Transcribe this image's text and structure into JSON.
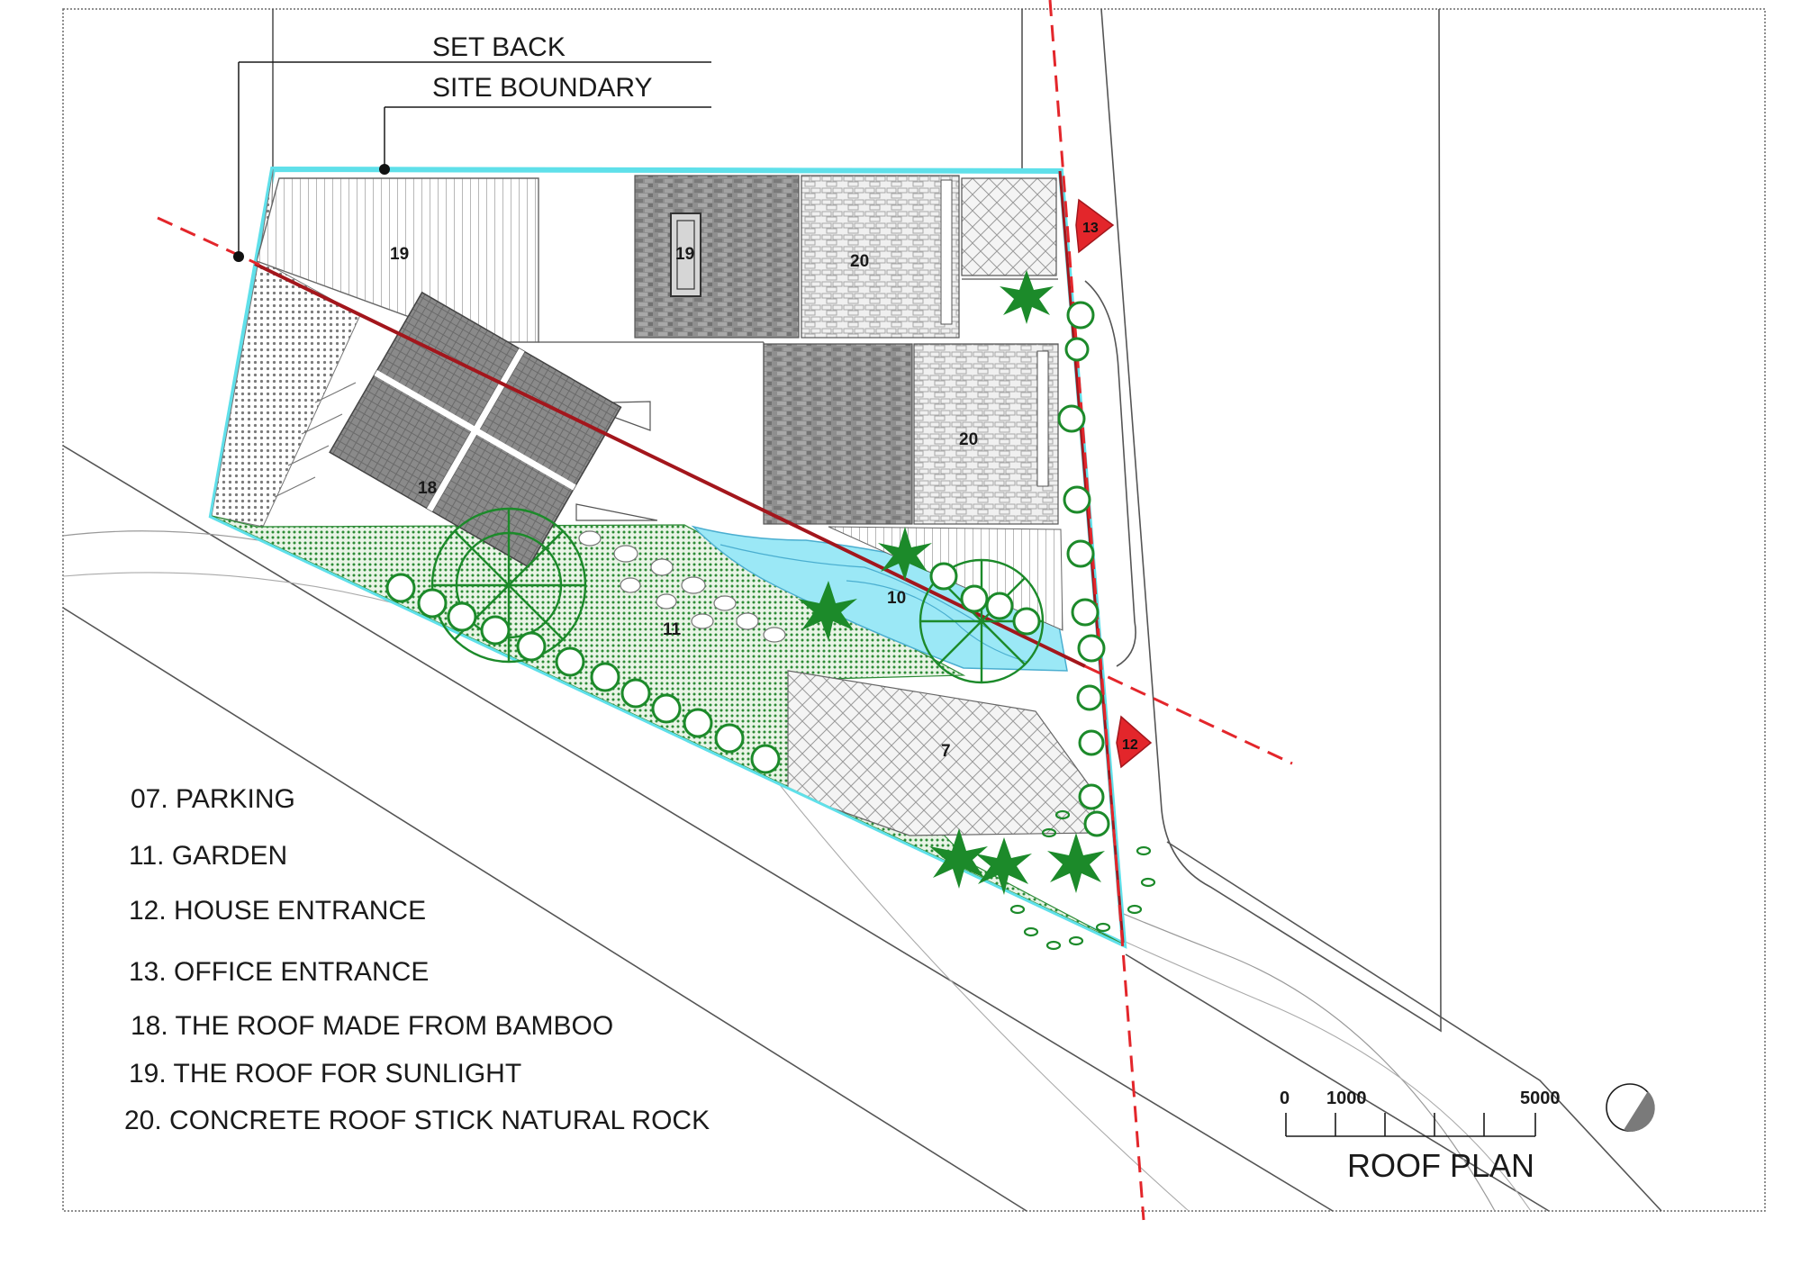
{
  "callouts": {
    "setback": "SET BACK",
    "site_boundary": "SITE BOUNDARY"
  },
  "zones": {
    "z19a": "19",
    "z19b": "19",
    "z20a": "20",
    "z20b": "20",
    "z18": "18",
    "z11": "11",
    "z10": "10",
    "z7": "7"
  },
  "entrances": {
    "e13": "13",
    "e12": "12"
  },
  "legend": [
    "07.  PARKING",
    "11. GARDEN",
    "12.  HOUSE ENTRANCE",
    "13. OFFICE ENTRANCE",
    "18. THE ROOF MADE FROM BAMBOO",
    "19. THE ROOF FOR SUNLIGHT",
    "20.  CONCRETE ROOF STICK NATURAL ROCK"
  ],
  "scale_bar": {
    "start": "0",
    "mid": "1000",
    "end": "5000"
  },
  "title": "ROOF PLAN",
  "colors": {
    "boundary": "#5fe0ea",
    "axis": "#e3262b",
    "site_line": "#a3161c",
    "planting": "#1c8a2a",
    "pool": "#9be8f6",
    "roof_dark": "#8d8d8d",
    "roof_light": "#e4e4e4"
  }
}
